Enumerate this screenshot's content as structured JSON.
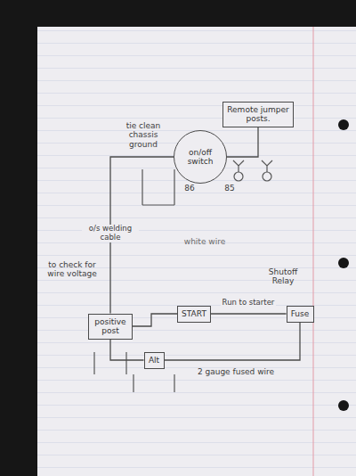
{
  "diagram": {
    "nodes": [
      {
        "text": [
          "Alt"
        ]
      },
      {
        "text": [
          "positive post"
        ]
      },
      {
        "text": [
          "START"
        ]
      },
      {
        "text": [
          "Fuse"
        ]
      },
      {
        "text": [
          "on/off switch"
        ]
      },
      {
        "text": [
          "Remote jumper posts."
        ]
      }
    ],
    "edges": [
      {
        "from": 0,
        "to": 1,
        "arrow": "none"
      },
      {
        "from": 0,
        "to": 3,
        "arrow": "none"
      },
      {
        "from": 1,
        "to": 2,
        "arrow": "none"
      },
      {
        "from": 2,
        "to": 3,
        "label": "Run to starter",
        "arrow": "none"
      },
      {
        "from": 1,
        "to": 4,
        "label": "o/s welding cable",
        "arrow": "none"
      },
      {
        "from": 4,
        "to": 5,
        "arrow": "none"
      }
    ],
    "labels": [
      "2 gauge fused wire",
      "85",
      "86",
      "tie clean chassis ground",
      "to check for wire voltage",
      "Shutoff Relay",
      "white wire"
    ]
  }
}
